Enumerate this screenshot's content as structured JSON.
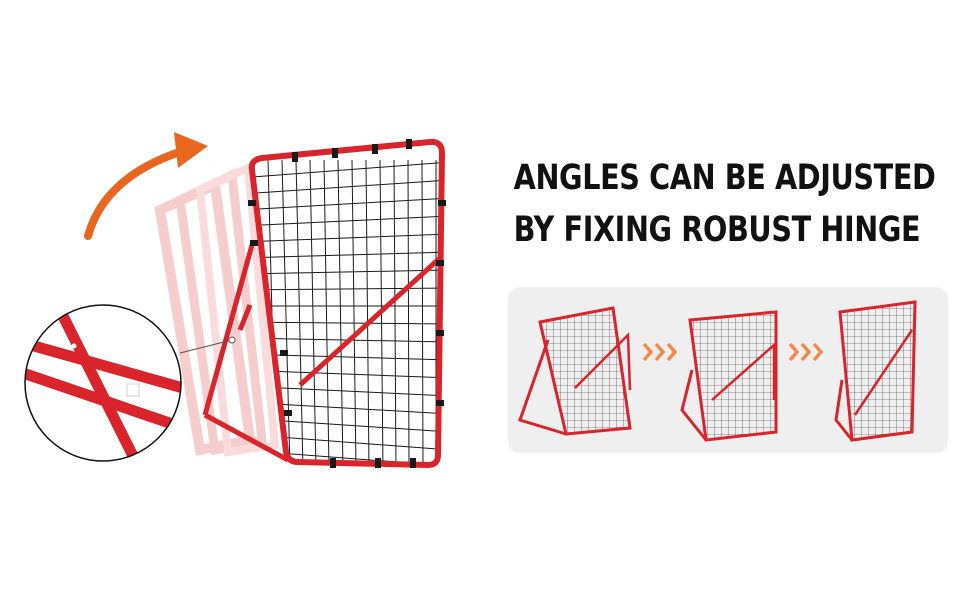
{
  "headline": {
    "line1": "ANGLES CAN BE ADJUSTED",
    "line2": "BY FIXING ROBUST HINGE"
  },
  "colors": {
    "frame_red": "#d8242a",
    "net_black": "#1a1a1a",
    "arrow_orange": "#e8661f",
    "chevron_orange": "#f08a4b",
    "panel_gray": "#efefef"
  },
  "illustration": {
    "main": "rebounder-net-with-motion-trail",
    "detail": "hinge-closeup-circle",
    "steps": [
      "angle-step-1",
      "angle-step-2",
      "angle-step-3"
    ]
  }
}
